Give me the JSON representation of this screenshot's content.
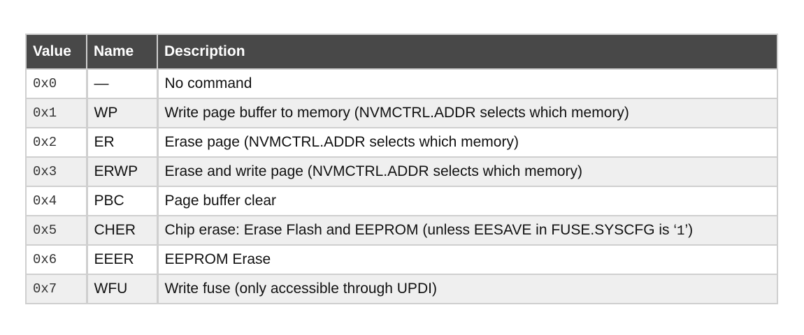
{
  "table": {
    "headers": {
      "value": "Value",
      "name": "Name",
      "description": "Description"
    },
    "rows": [
      {
        "value": "0x0",
        "name": "—",
        "description": "No command"
      },
      {
        "value": "0x1",
        "name": "WP",
        "description": "Write page buffer to memory  (NVMCTRL.ADDR selects which memory)"
      },
      {
        "value": "0x2",
        "name": "ER",
        "description": "Erase page  (NVMCTRL.ADDR selects which memory)"
      },
      {
        "value": "0x3",
        "name": "ERWP",
        "description": "Erase and write page  (NVMCTRL.ADDR selects which memory)"
      },
      {
        "value": "0x4",
        "name": "PBC",
        "description": "Page buffer clear"
      },
      {
        "value": "0x5",
        "name": "CHER",
        "description": "Chip erase: Erase Flash and EEPROM (unless EESAVE in FUSE.SYSCFG is ‘",
        "description_code": "1",
        "description_end": "’)"
      },
      {
        "value": "0x6",
        "name": "EEER",
        "description": "EEPROM Erase"
      },
      {
        "value": "0x7",
        "name": "WFU",
        "description": "Write fuse (only accessible through UPDI)"
      }
    ]
  },
  "colors": {
    "header_bg": "#484848",
    "header_text": "#ffffff",
    "row_alt_bg": "#efefef",
    "border": "#cfcfcf"
  }
}
